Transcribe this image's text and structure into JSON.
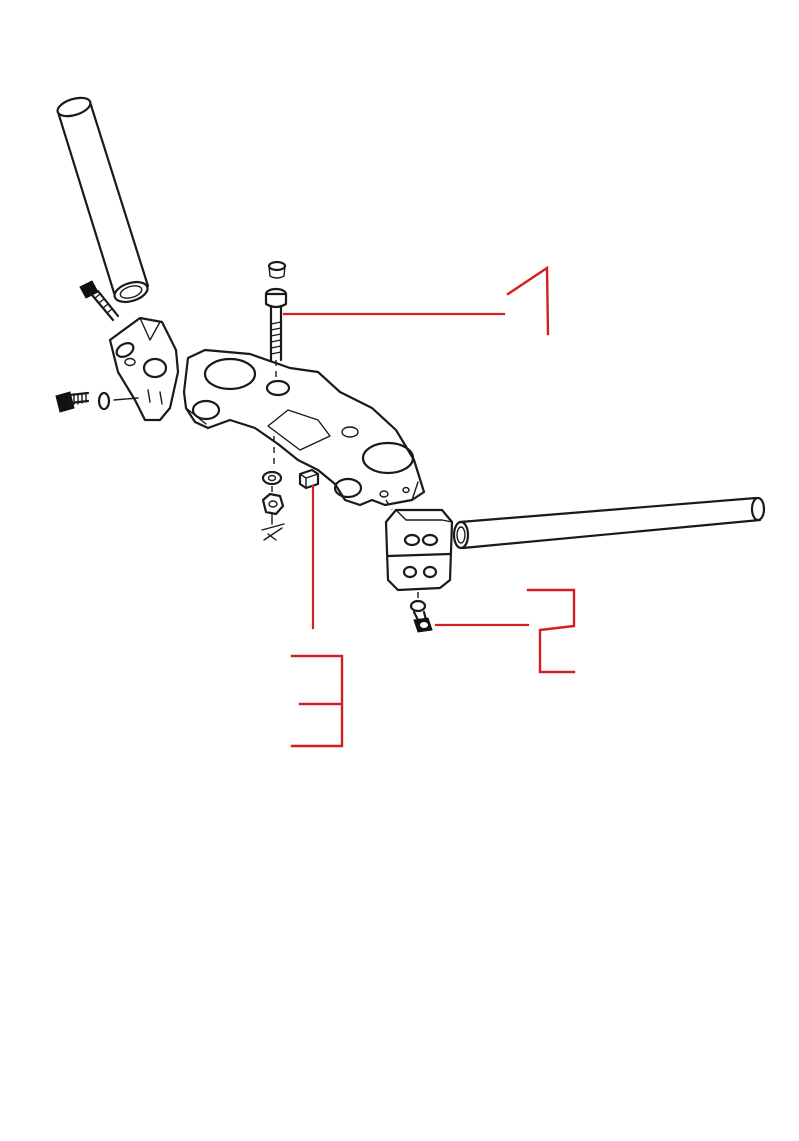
{
  "diagram": {
    "callouts": [
      {
        "id": "1",
        "style": "handwritten-numeral",
        "color": "#d32020"
      },
      {
        "id": "2",
        "style": "handwritten-numeral",
        "color": "#d32020"
      },
      {
        "id": "3",
        "style": "handwritten-numeral",
        "color": "#d32020"
      }
    ],
    "parts": [
      "left-handlebar-tube",
      "right-handlebar-tube",
      "top-triple-clamp",
      "left-handlebar-clamp",
      "right-handlebar-clamp",
      "stem-bolt",
      "bolt-cap",
      "washer",
      "nut",
      "clamp-bolt",
      "pinch-bolt",
      "small-washer",
      "spacer-block"
    ],
    "colors": {
      "ink": "#1a1a1a",
      "callout": "#d32020",
      "background": "#ffffff"
    }
  }
}
